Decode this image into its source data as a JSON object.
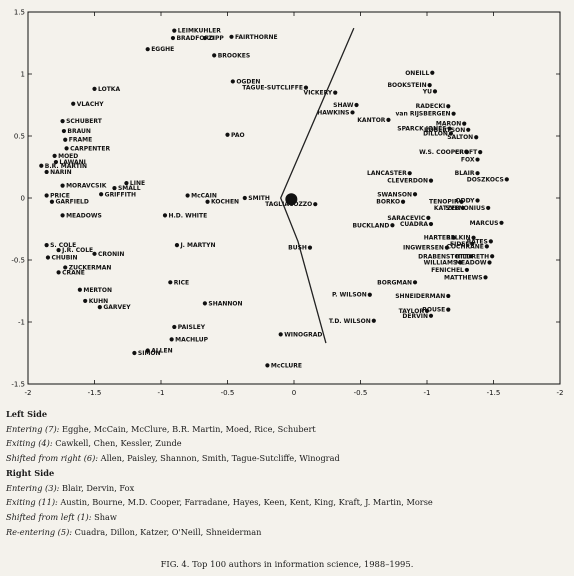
{
  "chart_data": {
    "type": "scatter",
    "xlim": [
      -2,
      2
    ],
    "ylim": [
      -1.5,
      1.5
    ],
    "x_ticks": [
      {
        "value": -2,
        "label": "-2"
      },
      {
        "value": -1.5,
        "label": "-1.5"
      },
      {
        "value": -1,
        "label": "-1"
      },
      {
        "value": -0.5,
        "label": "-0.5"
      },
      {
        "value": 0,
        "label": "0"
      },
      {
        "value": 0.5,
        "label": "-0.5"
      },
      {
        "value": 1,
        "label": "-1"
      },
      {
        "value": 1.5,
        "label": "-1.5"
      },
      {
        "value": 2,
        "label": "-2"
      }
    ],
    "y_ticks": [
      {
        "value": 1.5,
        "label": "1.5"
      },
      {
        "value": 1,
        "label": "1"
      },
      {
        "value": 0.5,
        "label": "0.5"
      },
      {
        "value": 0,
        "label": "0"
      },
      {
        "value": -0.5,
        "label": "-0.5"
      },
      {
        "value": -1,
        "label": "-1"
      },
      {
        "value": -1.5,
        "label": "-1.5"
      }
    ],
    "centroid": {
      "x": -0.02,
      "y": -0.01
    },
    "boundary_line": [
      [
        0.45,
        1.37
      ],
      [
        -0.1,
        0.0
      ],
      [
        0.03,
        -0.35
      ],
      [
        0.24,
        -1.17
      ]
    ],
    "points": [
      {
        "label": "LEIMKUHLER",
        "x": -0.9,
        "y": 1.35
      },
      {
        "label": "BRADFORD",
        "x": -0.91,
        "y": 1.29
      },
      {
        "label": "ZIPP",
        "x": -0.67,
        "y": 1.29
      },
      {
        "label": "FAIRTHORNE",
        "x": -0.47,
        "y": 1.3
      },
      {
        "label": "EGGHE",
        "x": -1.1,
        "y": 1.2
      },
      {
        "label": "BROOKES",
        "x": -0.6,
        "y": 1.15
      },
      {
        "label": "OGDEN",
        "x": -0.46,
        "y": 0.94
      },
      {
        "label": "LOTKA",
        "x": -1.5,
        "y": 0.88
      },
      {
        "label": "VLACHY",
        "x": -1.66,
        "y": 0.76
      },
      {
        "label": "SCHUBERT",
        "x": -1.74,
        "y": 0.62
      },
      {
        "label": "BRAUN",
        "x": -1.73,
        "y": 0.54
      },
      {
        "label": "FRAME",
        "x": -1.72,
        "y": 0.47
      },
      {
        "label": "CARPENTER",
        "x": -1.71,
        "y": 0.4
      },
      {
        "label": "MOED",
        "x": -1.8,
        "y": 0.34
      },
      {
        "label": "LAWANI",
        "x": -1.79,
        "y": 0.29
      },
      {
        "label": "B.R. MARTIN",
        "x": -1.9,
        "y": 0.26
      },
      {
        "label": "NARIN",
        "x": -1.86,
        "y": 0.21
      },
      {
        "label": "MORAVCSIK",
        "x": -1.74,
        "y": 0.1
      },
      {
        "label": "LINE",
        "x": -1.26,
        "y": 0.12
      },
      {
        "label": "SMALL",
        "x": -1.35,
        "y": 0.08
      },
      {
        "label": "GRIFFITH",
        "x": -1.45,
        "y": 0.03
      },
      {
        "label": "PRICE",
        "x": -1.86,
        "y": 0.02
      },
      {
        "label": "GARFIELD",
        "x": -1.82,
        "y": -0.03
      },
      {
        "label": "MEADOWS",
        "x": -1.74,
        "y": -0.14
      },
      {
        "label": "S. COLE",
        "x": -1.86,
        "y": -0.38
      },
      {
        "label": "J.R. COLE",
        "x": -1.77,
        "y": -0.42
      },
      {
        "label": "CHUBIN",
        "x": -1.85,
        "y": -0.48
      },
      {
        "label": "CRONIN",
        "x": -1.5,
        "y": -0.45
      },
      {
        "label": "ZUCKERMAN",
        "x": -1.72,
        "y": -0.56
      },
      {
        "label": "CRANE",
        "x": -1.77,
        "y": -0.6
      },
      {
        "label": "MERTON",
        "x": -1.61,
        "y": -0.74
      },
      {
        "label": "KUHN",
        "x": -1.57,
        "y": -0.83
      },
      {
        "label": "GARVEY",
        "x": -1.46,
        "y": -0.88
      },
      {
        "label": "McCAIN",
        "x": -0.8,
        "y": 0.02
      },
      {
        "label": "KOCHEN",
        "x": -0.65,
        "y": -0.03
      },
      {
        "label": "SMITH",
        "x": -0.37,
        "y": 0.0
      },
      {
        "label": "H.D. WHITE",
        "x": -0.97,
        "y": -0.14
      },
      {
        "label": "J. MARTYN",
        "x": -0.88,
        "y": -0.38
      },
      {
        "label": "PAO",
        "x": -0.5,
        "y": 0.51
      },
      {
        "label": "RICE",
        "x": -0.93,
        "y": -0.68
      },
      {
        "label": "SHANNON",
        "x": -0.67,
        "y": -0.85
      },
      {
        "label": "PAISLEY",
        "x": -0.9,
        "y": -1.04
      },
      {
        "label": "MACHLUP",
        "x": -0.92,
        "y": -1.14
      },
      {
        "label": "ALLEN",
        "x": -1.1,
        "y": -1.23
      },
      {
        "label": "SIMON",
        "x": -1.2,
        "y": -1.25
      },
      {
        "label": "WINOGRAD",
        "x": -0.1,
        "y": -1.1
      },
      {
        "label": "McCLURE",
        "x": -0.2,
        "y": -1.35
      },
      {
        "label": "TAGUE-SUTCLIFFE",
        "x": 0.09,
        "y": 0.89
      },
      {
        "label": "VICKERY",
        "x": 0.31,
        "y": 0.85
      },
      {
        "label": "SHAW",
        "x": 0.47,
        "y": 0.75
      },
      {
        "label": "HAWKINS",
        "x": 0.44,
        "y": 0.69
      },
      {
        "label": "KANTOR",
        "x": 0.71,
        "y": 0.63
      },
      {
        "label": "TAGLIACOZZO",
        "x": 0.16,
        "y": -0.05
      },
      {
        "label": "BUSH",
        "x": 0.12,
        "y": -0.4
      },
      {
        "label": "BUCKLAND",
        "x": 0.74,
        "y": -0.22
      },
      {
        "label": "P. WILSON",
        "x": 0.57,
        "y": -0.78
      },
      {
        "label": "T.D. WILSON",
        "x": 0.6,
        "y": -0.99
      },
      {
        "label": "ONEILL",
        "x": 1.04,
        "y": 1.01
      },
      {
        "label": "BOOKSTEIN",
        "x": 1.02,
        "y": 0.91
      },
      {
        "label": "YU",
        "x": 1.06,
        "y": 0.86
      },
      {
        "label": "RADECKI",
        "x": 1.16,
        "y": 0.74
      },
      {
        "label": "van RIJSBERGEN",
        "x": 1.2,
        "y": 0.68
      },
      {
        "label": "MARON",
        "x": 1.28,
        "y": 0.6
      },
      {
        "label": "SPARCK JONES",
        "x": 1.17,
        "y": 0.56
      },
      {
        "label": "ROBERTSON",
        "x": 1.31,
        "y": 0.55
      },
      {
        "label": "DILLON",
        "x": 1.18,
        "y": 0.52
      },
      {
        "label": "SALTON",
        "x": 1.37,
        "y": 0.49
      },
      {
        "label": "W.S. COOPER",
        "x": 1.3,
        "y": 0.37
      },
      {
        "label": "CROFT",
        "x": 1.4,
        "y": 0.37
      },
      {
        "label": "FOX",
        "x": 1.38,
        "y": 0.31
      },
      {
        "label": "LANCASTER",
        "x": 0.87,
        "y": 0.2
      },
      {
        "label": "BLAIR",
        "x": 1.38,
        "y": 0.2
      },
      {
        "label": "CLEVERDON",
        "x": 1.03,
        "y": 0.14
      },
      {
        "label": "DOSZKOCS",
        "x": 1.6,
        "y": 0.15
      },
      {
        "label": "SWANSON",
        "x": 0.91,
        "y": 0.03
      },
      {
        "label": "BORKO",
        "x": 0.82,
        "y": -0.03
      },
      {
        "label": "TENOPIR",
        "x": 1.26,
        "y": -0.03
      },
      {
        "label": "ODDY",
        "x": 1.38,
        "y": -0.02
      },
      {
        "label": "KATZER",
        "x": 1.27,
        "y": -0.08
      },
      {
        "label": "SVENONIUS",
        "x": 1.46,
        "y": -0.08
      },
      {
        "label": "SARACEVIC",
        "x": 1.01,
        "y": -0.16
      },
      {
        "label": "CUADRA",
        "x": 1.03,
        "y": -0.21
      },
      {
        "label": "MARCUS",
        "x": 1.56,
        "y": -0.2
      },
      {
        "label": "HARTER",
        "x": 1.2,
        "y": -0.32
      },
      {
        "label": "BELKIN",
        "x": 1.35,
        "y": -0.32
      },
      {
        "label": "BATES",
        "x": 1.48,
        "y": -0.35
      },
      {
        "label": "INGWERSEN",
        "x": 1.15,
        "y": -0.4
      },
      {
        "label": "FIDEL",
        "x": 1.34,
        "y": -0.37
      },
      {
        "label": "COCHRANE",
        "x": 1.45,
        "y": -0.39
      },
      {
        "label": "DRABENSTOTT",
        "x": 1.33,
        "y": -0.47
      },
      {
        "label": "HILDRETH",
        "x": 1.49,
        "y": -0.47
      },
      {
        "label": "WILLIAMS",
        "x": 1.25,
        "y": -0.52
      },
      {
        "label": "MEADOW",
        "x": 1.47,
        "y": -0.52
      },
      {
        "label": "FENICHEL",
        "x": 1.3,
        "y": -0.58
      },
      {
        "label": "BORGMAN",
        "x": 0.91,
        "y": -0.68
      },
      {
        "label": "MATTHEWS",
        "x": 1.44,
        "y": -0.64
      },
      {
        "label": "SHNEIDERMAN",
        "x": 1.16,
        "y": -0.79
      },
      {
        "label": "TAYLOR",
        "x": 1.0,
        "y": -0.91
      },
      {
        "label": "ROUSE",
        "x": 1.16,
        "y": -0.9
      },
      {
        "label": "DERVIN",
        "x": 1.03,
        "y": -0.95
      }
    ]
  },
  "legend": {
    "left_heading": "Left Side",
    "left_rows": [
      {
        "key": "Entering (7):",
        "value": "Egghe, McCain, McClure, B.R. Martin, Moed, Rice, Schubert"
      },
      {
        "key": "Exiting (4):",
        "value": "Cawkell, Chen, Kessler, Zunde"
      },
      {
        "key": "Shifted from right (6):",
        "value": "Allen, Paisley, Shannon, Smith, Tague-Sutcliffe, Winograd"
      }
    ],
    "right_heading": "Right Side",
    "right_rows": [
      {
        "key": "Entering (3):",
        "value": "Blair, Dervin, Fox"
      },
      {
        "key": "Exiting (11):",
        "value": "Austin, Bourne, M.D. Cooper, Farradane, Hayes, Keen, Kent, King, Kraft, J. Martin, Morse"
      },
      {
        "key": "Shifted from left (1):",
        "value": "Shaw"
      },
      {
        "key": "Re-entering (5):",
        "value": "Cuadra, Dillon, Katzer, O'Neill, Shneiderman"
      }
    ]
  },
  "caption": "FIG. 4.   Top 100 authors in information science, 1988–1995."
}
